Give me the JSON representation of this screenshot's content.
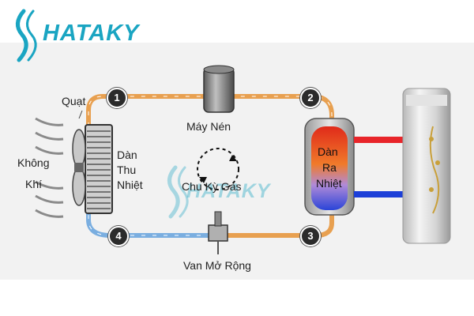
{
  "logo": {
    "text": "HATAKY"
  },
  "watermark": {
    "text": "HATAKY"
  },
  "labels": {
    "fan": "Quạt",
    "air_line1": "Không",
    "air_line2": "Khí",
    "evaporator_line1": "Dàn",
    "evaporator_line2": "Thu",
    "evaporator_line3": "Nhiệt",
    "compressor": "Máy Nén",
    "condenser_line1": "Dàn",
    "condenser_line2": "Ra",
    "condenser_line3": "Nhiệt",
    "cycle": "Chu Kỳ Gas",
    "valve": "Van Mở Rộng"
  },
  "points": [
    "1",
    "2",
    "3",
    "4"
  ],
  "colors": {
    "hot_pipe": "#e8a050",
    "cold_pipe": "#7aaee0",
    "red_line": "#e8252a",
    "blue_line": "#1c3fd8",
    "brand": "#1aa5c2"
  }
}
